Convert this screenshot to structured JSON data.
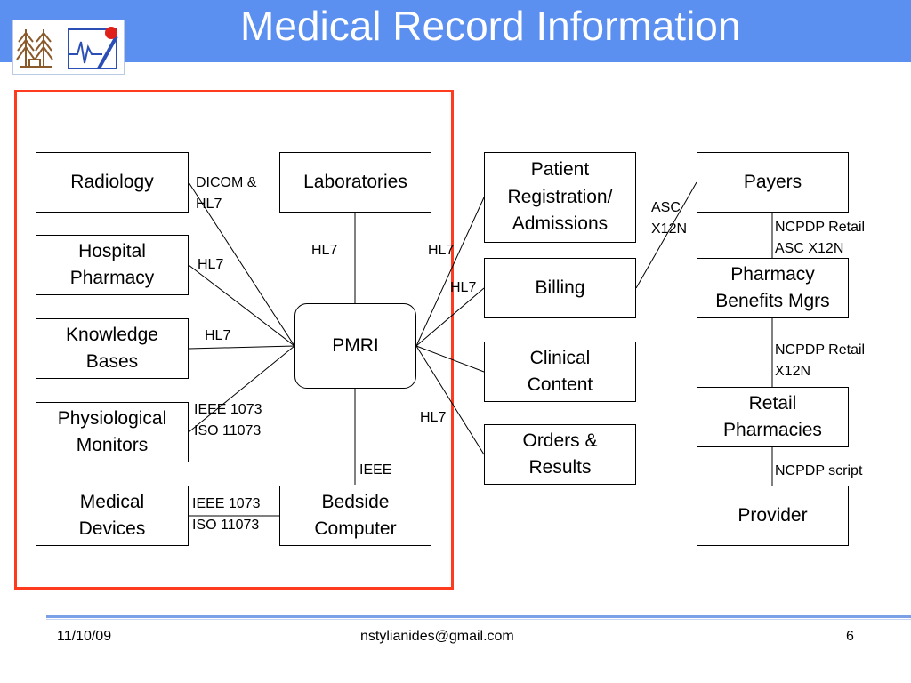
{
  "slide": {
    "title": "Medical Record Information",
    "colors": {
      "header": "#5b8ff0",
      "frame": "#ff3b1f",
      "footer_rule": "#7aa0e8"
    }
  },
  "nodes": {
    "radiology": "Radiology",
    "hospital_pharmacy": "Hospital\nPharmacy",
    "knowledge_bases": "Knowledge\nBases",
    "physiological_monitors": "Physiological\nMonitors",
    "medical_devices": "Medical\nDevices",
    "laboratories": "Laboratories",
    "pmri": "PMRI",
    "bedside_computer": "Bedside\nComputer",
    "patient_registration": "Patient\nRegistration/\nAdmissions",
    "billing": "Billing",
    "clinical_content": "Clinical\nContent",
    "orders_results": "Orders &\nResults",
    "payers": "Payers",
    "pharmacy_benefits": "Pharmacy\nBenefits Mgrs",
    "retail_pharmacies": "Retail\nPharmacies",
    "provider": "Provider"
  },
  "edge_labels": {
    "radiology_pmri": "DICOM &\nHL7",
    "pharmacy_pmri": "HL7",
    "knowledge_pmri": "HL7",
    "monitors_pmri": "IEEE 1073\nISO 11073",
    "devices_bedside": "IEEE 1073\nISO 11073",
    "lab_pmri": "HL7",
    "bedside_pmri": "IEEE",
    "pmri_registration": "HL7",
    "pmri_billing": "HL7",
    "pmri_orders": "HL7",
    "billing_payers": "ASC\nX12N",
    "payers_pbm": "NCPDP Retail\nASC X12N",
    "pbm_retail": "NCPDP Retail\nX12N",
    "retail_provider": "NCPDP script"
  },
  "footer": {
    "date": "11/10/09",
    "email": "nstylianides@gmail.com",
    "page": "6"
  }
}
